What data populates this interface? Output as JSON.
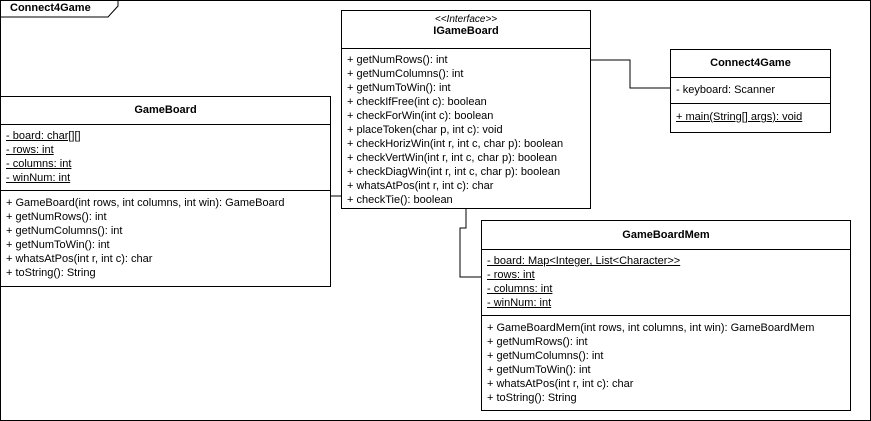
{
  "frame": {
    "label": "Connect4Game"
  },
  "classes": {
    "igameboard": {
      "stereotype": "<<Interface>>",
      "name": "IGameBoard",
      "attributes": [],
      "methods": [
        "+ getNumRows(): int",
        "+ getNumColumns(): int",
        "+ getNumToWin(): int",
        "+ checkIfFree(int c): boolean",
        "+ checkForWin(int c): boolean",
        "+ placeToken(char p, int c): void",
        "+ checkHorizWin(int r, int c, char p): boolean",
        "+ checkVertWin(int r, int c, char p): boolean",
        "+ checkDiagWin(int r, int c, char p): boolean",
        "+ whatsAtPos(int r, int c): char",
        "+ checkTie(): boolean"
      ]
    },
    "gameboard": {
      "name": "GameBoard",
      "attributes": [
        "- board: char[][]",
        "- rows: int",
        "- columns: int",
        "- winNum: int"
      ],
      "methods": [
        "+ GameBoard(int rows, int columns, int win): GameBoard",
        "+ getNumRows(): int",
        "+ getNumColumns(): int",
        "+ getNumToWin(): int",
        "+ whatsAtPos(int r, int c): char",
        "+ toString(): String"
      ]
    },
    "connect4game": {
      "name": "Connect4Game",
      "attributes": [
        "- keyboard: Scanner"
      ],
      "methods": [
        "+ main(String[] args): void"
      ]
    },
    "gameboardmem": {
      "name": "GameBoardMem",
      "attributes": [
        "- board: Map<Integer, List<Character>>",
        "- rows: int",
        "- columns: int",
        "- winNum: int"
      ],
      "methods": [
        "+ GameBoardMem(int rows, int columns, int win): GameBoardMem",
        "+ getNumRows(): int",
        "+ getNumColumns(): int",
        "+ getNumToWin(): int",
        "+ whatsAtPos(int r, int c): char",
        "+ toString(): String"
      ]
    }
  }
}
